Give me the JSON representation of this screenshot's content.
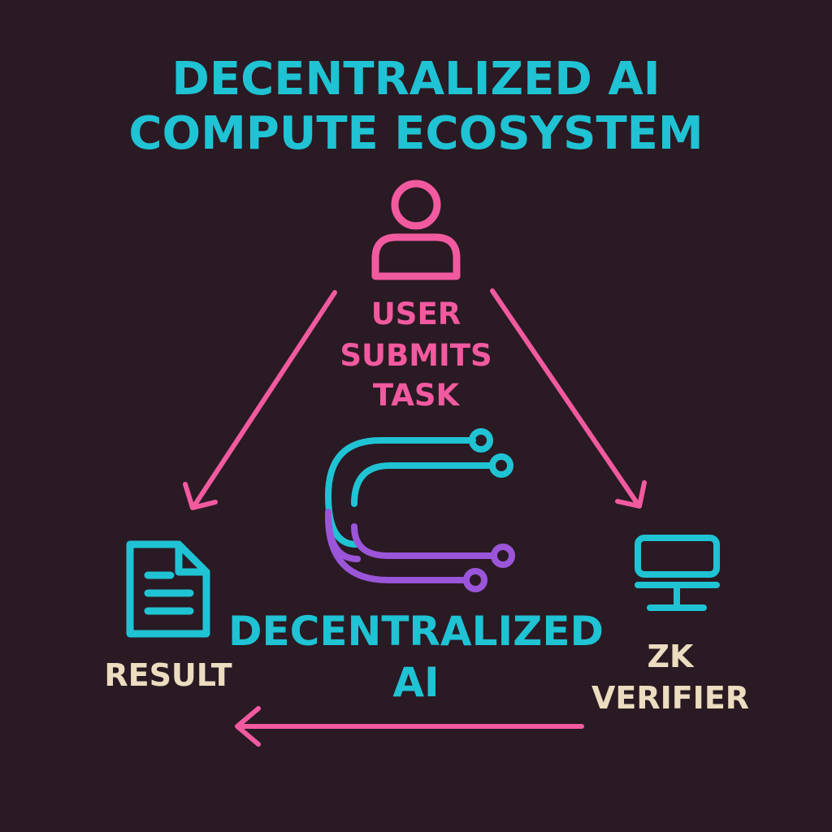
{
  "colors": {
    "background": "#2a1a23",
    "cyan": "#1fc3d4",
    "pink": "#f25aa0",
    "purple": "#9b55d9",
    "cream": "#ecdcc0"
  },
  "title": {
    "line1": "DECENTRALIZED AI",
    "line2": "COMPUTE ECOSYSTEM"
  },
  "nodes": {
    "user": {
      "icon": "user-icon",
      "label_lines": [
        "USER",
        "SUBMITS",
        "TASK"
      ]
    },
    "hub": {
      "icon": "circuit-icon",
      "label_lines": [
        "DECENTRALIZED",
        "AI"
      ]
    },
    "verifier": {
      "icon": "monitor-icon",
      "label_lines": [
        "ZK",
        "VERIFIER"
      ]
    },
    "result": {
      "icon": "document-icon",
      "label": "RESULT"
    }
  },
  "edges": [
    {
      "from": "user",
      "to": "result"
    },
    {
      "from": "user",
      "to": "verifier"
    },
    {
      "from": "verifier",
      "to": "result"
    }
  ]
}
